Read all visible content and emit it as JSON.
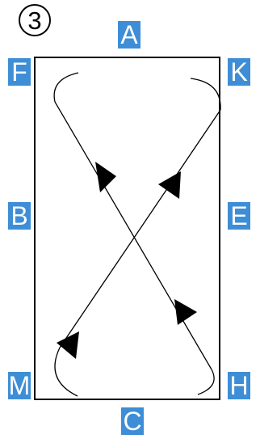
{
  "figure_number": "3",
  "markers": {
    "top": "A",
    "top_left": "F",
    "top_right": "K",
    "left": "B",
    "right": "E",
    "bottom_left": "M",
    "bottom_right": "H",
    "bottom": "C"
  },
  "colors": {
    "marker_bg": "#3d8ed6",
    "marker_text": "#ffffff",
    "line": "#000000"
  }
}
